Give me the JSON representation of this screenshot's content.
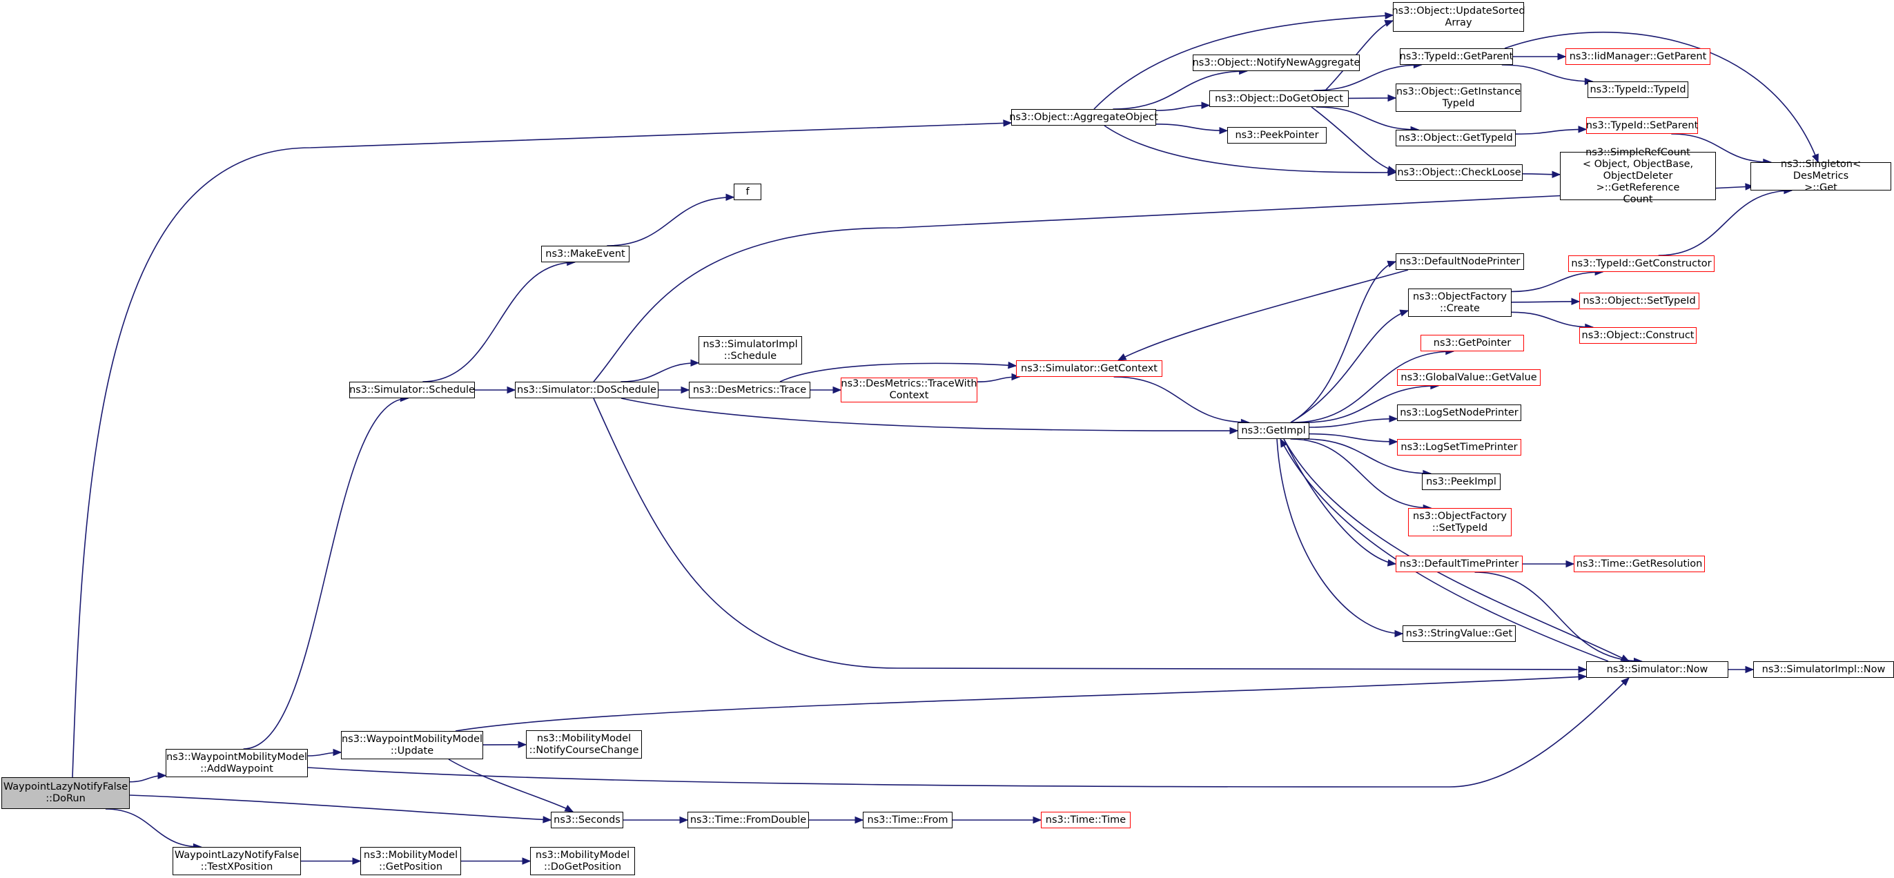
{
  "colors": {
    "edge": "#191970",
    "border": "#000000",
    "incomplete_border": "#ff0000",
    "root_fill": "#bfbfbf",
    "background": "#ffffff"
  },
  "nodes": [
    {
      "id": "doRun",
      "label": "WaypointLazyNotifyFalse\n::DoRun",
      "root": true
    },
    {
      "id": "addWaypoint",
      "label": "ns3::WaypointMobilityModel\n::AddWaypoint"
    },
    {
      "id": "testXPosition",
      "label": "WaypointLazyNotifyFalse\n::TestXPosition"
    },
    {
      "id": "aggregateObject",
      "label": "ns3::Object::AggregateObject"
    },
    {
      "id": "seconds",
      "label": "ns3::Seconds"
    },
    {
      "id": "simSchedule",
      "label": "ns3::Simulator::Schedule"
    },
    {
      "id": "wmmUpdate",
      "label": "ns3::WaypointMobilityModel\n::Update"
    },
    {
      "id": "simNow",
      "label": "ns3::Simulator::Now"
    },
    {
      "id": "mmGetPosition",
      "label": "ns3::MobilityModel\n::GetPosition"
    },
    {
      "id": "mmDoGetPosition",
      "label": "ns3::MobilityModel\n::DoGetPosition"
    },
    {
      "id": "updateSortedArray",
      "label": "ns3::Object::UpdateSorted\nArray"
    },
    {
      "id": "notifyNewAggregate",
      "label": "ns3::Object::NotifyNewAggregate"
    },
    {
      "id": "doGetObject",
      "label": "ns3::Object::DoGetObject"
    },
    {
      "id": "peekPointer",
      "label": "ns3::PeekPointer"
    },
    {
      "id": "checkLoose",
      "label": "ns3::Object::CheckLoose"
    },
    {
      "id": "typeIdGetParent",
      "label": "ns3::TypeId::GetParent"
    },
    {
      "id": "iidGetParent",
      "label": "ns3::IidManager::GetParent",
      "incomplete": true
    },
    {
      "id": "typeIdTypeId",
      "label": "ns3::TypeId::TypeId"
    },
    {
      "id": "getInstanceTypeId",
      "label": "ns3::Object::GetInstance\nTypeId"
    },
    {
      "id": "objGetTypeId",
      "label": "ns3::Object::GetTypeId"
    },
    {
      "id": "typeIdSetParent",
      "label": "ns3::TypeId::SetParent",
      "incomplete": true
    },
    {
      "id": "simpleRefCount",
      "label": "ns3::SimpleRefCount\n< Object, ObjectBase,\n ObjectDeleter >::GetReference\nCount"
    },
    {
      "id": "singletonGet",
      "label": "ns3::Singleton< DesMetrics\n >::Get"
    },
    {
      "id": "f",
      "label": "f"
    },
    {
      "id": "makeEvent",
      "label": "ns3::MakeEvent"
    },
    {
      "id": "doSchedule",
      "label": "ns3::Simulator::DoSchedule"
    },
    {
      "id": "simImplSchedule",
      "label": "ns3::SimulatorImpl\n::Schedule"
    },
    {
      "id": "desTrace",
      "label": "ns3::DesMetrics::Trace"
    },
    {
      "id": "traceWithContext",
      "label": "ns3::DesMetrics::TraceWith\nContext",
      "incomplete": true
    },
    {
      "id": "getContext",
      "label": "ns3::Simulator::GetContext",
      "incomplete": true
    },
    {
      "id": "getImpl",
      "label": "ns3::GetImpl"
    },
    {
      "id": "defaultNodePrinter",
      "label": "ns3::DefaultNodePrinter"
    },
    {
      "id": "ofCreate",
      "label": "ns3::ObjectFactory\n::Create"
    },
    {
      "id": "getConstructor",
      "label": "ns3::TypeId::GetConstructor",
      "incomplete": true
    },
    {
      "id": "setTypeId",
      "label": "ns3::Object::SetTypeId",
      "incomplete": true
    },
    {
      "id": "objConstruct",
      "label": "ns3::Object::Construct",
      "incomplete": true
    },
    {
      "id": "getPointer",
      "label": "ns3::GetPointer",
      "incomplete": true
    },
    {
      "id": "gvGetValue",
      "label": "ns3::GlobalValue::GetValue",
      "incomplete": true
    },
    {
      "id": "logSetNodePrinter",
      "label": "ns3::LogSetNodePrinter"
    },
    {
      "id": "logSetTimePrinter",
      "label": "ns3::LogSetTimePrinter",
      "incomplete": true
    },
    {
      "id": "peekImpl",
      "label": "ns3::PeekImpl"
    },
    {
      "id": "ofSetTypeId",
      "label": "ns3::ObjectFactory\n::SetTypeId",
      "incomplete": true
    },
    {
      "id": "defaultTimePrinter",
      "label": "ns3::DefaultTimePrinter",
      "incomplete": true
    },
    {
      "id": "timeGetResolution",
      "label": "ns3::Time::GetResolution",
      "incomplete": true
    },
    {
      "id": "stringValueGet",
      "label": "ns3::StringValue::Get"
    },
    {
      "id": "simImplNow",
      "label": "ns3::SimulatorImpl::Now"
    },
    {
      "id": "mmNotifyCourseChange",
      "label": "ns3::MobilityModel\n::NotifyCourseChange"
    },
    {
      "id": "timeFromDouble",
      "label": "ns3::Time::FromDouble"
    },
    {
      "id": "timeFrom",
      "label": "ns3::Time::From"
    },
    {
      "id": "timeTime",
      "label": "ns3::Time::Time",
      "incomplete": true
    }
  ],
  "edges": [
    [
      "doRun",
      "aggregateObject"
    ],
    [
      "doRun",
      "addWaypoint"
    ],
    [
      "doRun",
      "seconds"
    ],
    [
      "doRun",
      "testXPosition"
    ],
    [
      "addWaypoint",
      "simSchedule"
    ],
    [
      "addWaypoint",
      "wmmUpdate"
    ],
    [
      "addWaypoint",
      "simNow"
    ],
    [
      "testXPosition",
      "mmGetPosition"
    ],
    [
      "mmGetPosition",
      "mmDoGetPosition"
    ],
    [
      "aggregateObject",
      "updateSortedArray"
    ],
    [
      "aggregateObject",
      "notifyNewAggregate"
    ],
    [
      "aggregateObject",
      "doGetObject"
    ],
    [
      "aggregateObject",
      "peekPointer"
    ],
    [
      "aggregateObject",
      "checkLoose"
    ],
    [
      "doGetObject",
      "updateSortedArray"
    ],
    [
      "doGetObject",
      "typeIdGetParent"
    ],
    [
      "doGetObject",
      "getInstanceTypeId"
    ],
    [
      "doGetObject",
      "objGetTypeId"
    ],
    [
      "doGetObject",
      "checkLoose"
    ],
    [
      "typeIdGetParent",
      "iidGetParent"
    ],
    [
      "typeIdGetParent",
      "typeIdTypeId"
    ],
    [
      "typeIdGetParent",
      "singletonGet"
    ],
    [
      "objGetTypeId",
      "typeIdSetParent"
    ],
    [
      "typeIdSetParent",
      "singletonGet"
    ],
    [
      "checkLoose",
      "simpleRefCount"
    ],
    [
      "simSchedule",
      "makeEvent"
    ],
    [
      "simSchedule",
      "doSchedule"
    ],
    [
      "makeEvent",
      "f"
    ],
    [
      "doSchedule",
      "singletonGet"
    ],
    [
      "doSchedule",
      "simImplSchedule"
    ],
    [
      "doSchedule",
      "desTrace"
    ],
    [
      "doSchedule",
      "getImpl"
    ],
    [
      "doSchedule",
      "simNow"
    ],
    [
      "desTrace",
      "getContext"
    ],
    [
      "desTrace",
      "traceWithContext"
    ],
    [
      "traceWithContext",
      "getContext"
    ],
    [
      "getContext",
      "getImpl"
    ],
    [
      "defaultNodePrinter",
      "getContext"
    ],
    [
      "getImpl",
      "defaultNodePrinter"
    ],
    [
      "getImpl",
      "ofCreate"
    ],
    [
      "getImpl",
      "getPointer"
    ],
    [
      "getImpl",
      "gvGetValue"
    ],
    [
      "getImpl",
      "logSetNodePrinter"
    ],
    [
      "getImpl",
      "logSetTimePrinter"
    ],
    [
      "getImpl",
      "peekImpl"
    ],
    [
      "getImpl",
      "ofSetTypeId"
    ],
    [
      "getImpl",
      "defaultTimePrinter"
    ],
    [
      "getImpl",
      "stringValueGet"
    ],
    [
      "getImpl",
      "simNow"
    ],
    [
      "ofCreate",
      "getConstructor"
    ],
    [
      "ofCreate",
      "setTypeId"
    ],
    [
      "ofCreate",
      "objConstruct"
    ],
    [
      "getConstructor",
      "singletonGet"
    ],
    [
      "defaultTimePrinter",
      "timeGetResolution"
    ],
    [
      "defaultTimePrinter",
      "simNow"
    ],
    [
      "simNow",
      "getImpl"
    ],
    [
      "simNow",
      "simImplNow"
    ],
    [
      "wmmUpdate",
      "simNow"
    ],
    [
      "wmmUpdate",
      "mmNotifyCourseChange"
    ],
    [
      "wmmUpdate",
      "seconds"
    ],
    [
      "seconds",
      "timeFromDouble"
    ],
    [
      "timeFromDouble",
      "timeFrom"
    ],
    [
      "timeFrom",
      "timeTime"
    ]
  ]
}
